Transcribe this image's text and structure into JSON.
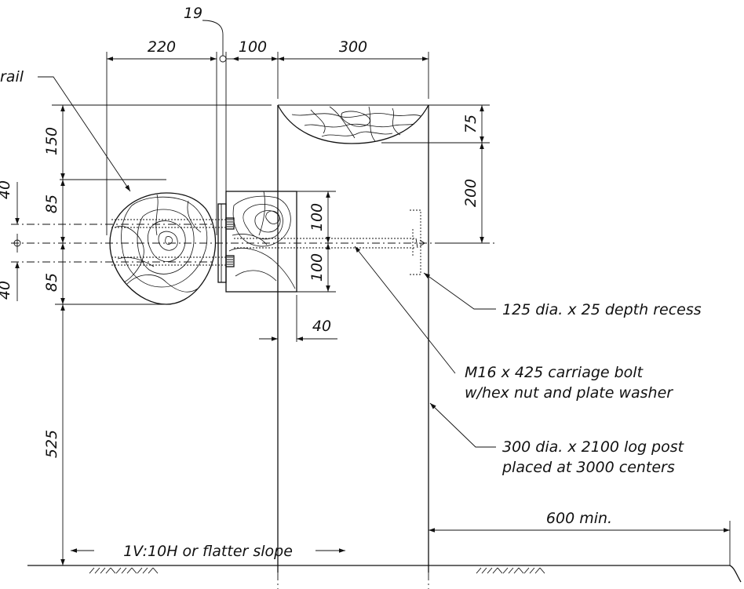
{
  "dimensions": {
    "rail_width": "220",
    "bolt_dia": "19",
    "block_width": "100",
    "post_dia": "300",
    "post_cut_depth": "75",
    "rail_top_to_post_center": "200",
    "rail_top_height": "150",
    "rail_upper_half": "85",
    "rail_lower_half": "85",
    "bolt_offset_top": "40",
    "bolt_offset_bottom": "40",
    "block_upper": "100",
    "block_lower": "100",
    "block_offset": "40",
    "rail_height_to_ground": "525",
    "clearance": "600 min."
  },
  "labels": {
    "rail": "rail",
    "slope": "1V:10H or flatter slope",
    "recess": "125 dia. x 25 depth recess",
    "bolt_line1": "M16 x 425 carriage bolt",
    "bolt_line2": "w/hex nut and plate washer",
    "post_line1": "300 dia. x 2100 log post",
    "post_line2": "placed at 3000 centers"
  }
}
